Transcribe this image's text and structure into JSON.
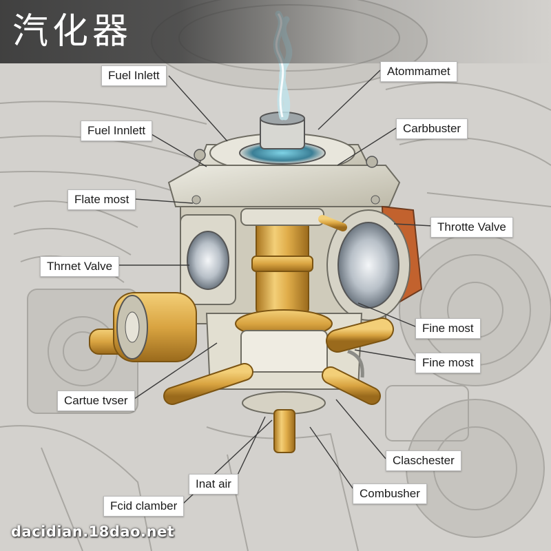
{
  "title": "汽化器",
  "labels": {
    "fuel_inlet_top": "Fuel Inlett",
    "atommamet": "Atommamet",
    "fuel_inlet_2": "Fuel Innlett",
    "carbbuster": "Carbbuster",
    "flate_most": "Flate most",
    "throtte_valve": "Throtte Valve",
    "thrnet_valve": "Thrnet Valve",
    "fine_most_1": "Fine most",
    "fine_most_2": "Fine most",
    "cartue_tvser": "Cartue tvser",
    "claschester": "Claschester",
    "inat_air": "Inat air",
    "combusher": "Combusher",
    "fcid_clamber": "Fcid clamber"
  },
  "footer": "dacidian.18dao.net",
  "colors": {
    "brass": "#d9a441",
    "body": "#d9d6c8",
    "background": "#cfcdc9",
    "smoke": "#bfe3ea"
  }
}
